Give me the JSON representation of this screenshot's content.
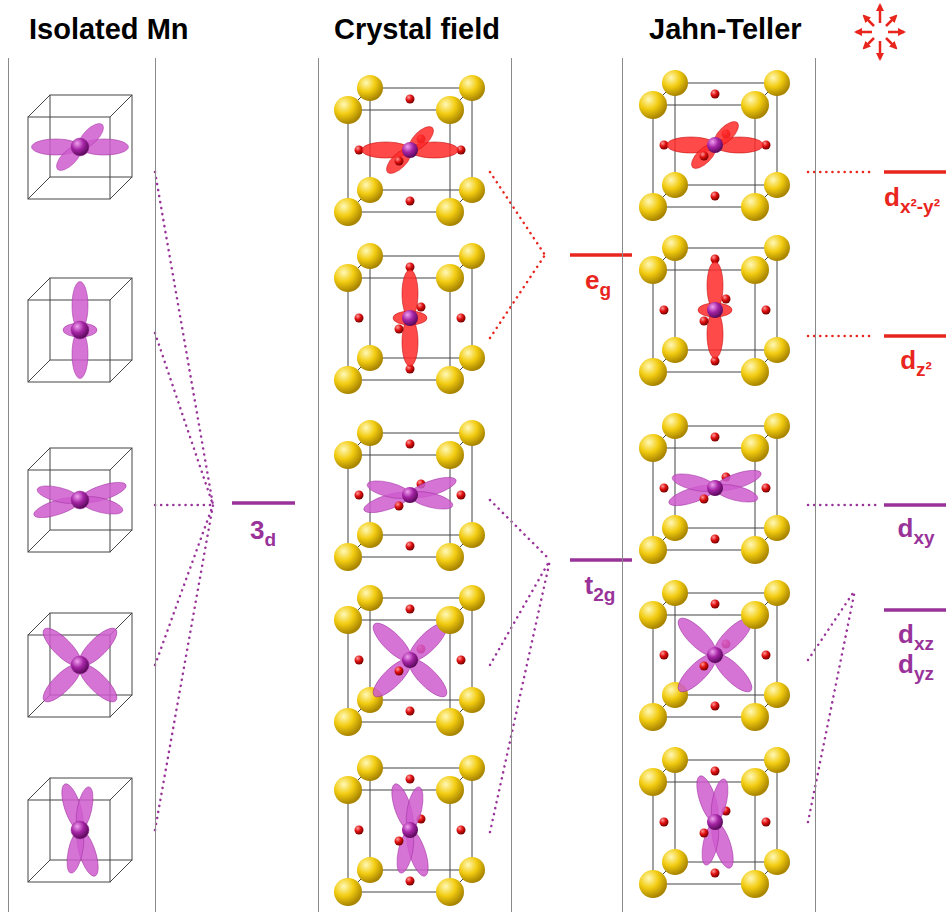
{
  "diagram": {
    "nodes": [
      {
        "text": [
          "Isolated Mn"
        ]
      },
      {
        "text": [
          "Crystal field"
        ]
      },
      {
        "text": [
          "Jahn-Teller"
        ]
      }
    ],
    "labels": [
      "3d",
      "eg",
      "t2g",
      "dx²-y²",
      "dz²",
      "dxy",
      "dxz",
      "dyz"
    ]
  }
}
